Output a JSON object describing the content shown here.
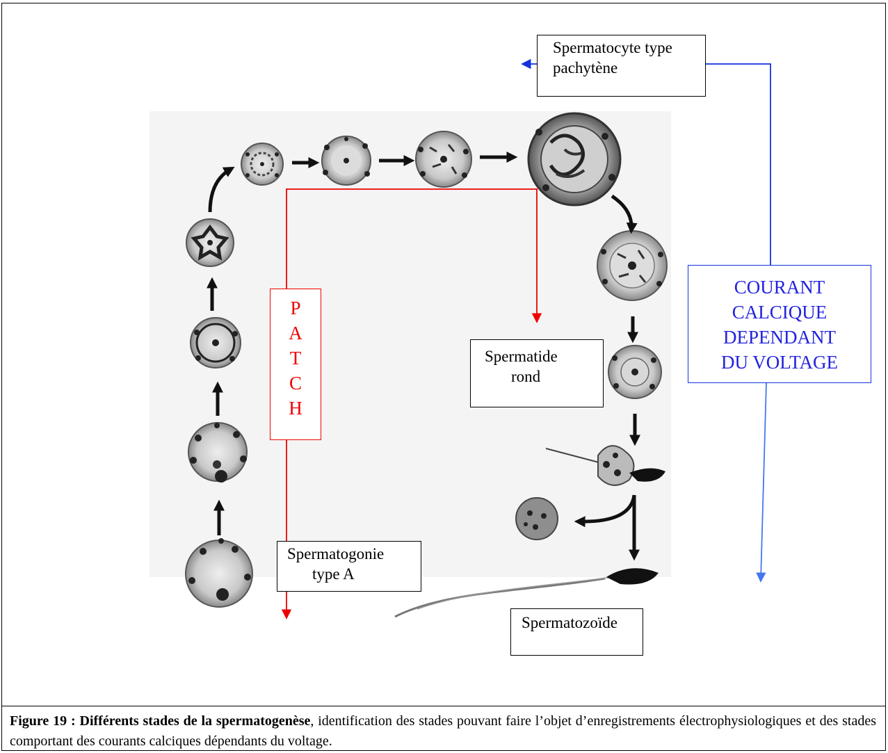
{
  "labels": {
    "pachytene": [
      "Spermatocyte type",
      "pachytène"
    ],
    "patch": [
      "P",
      "A",
      "T",
      "C",
      "H"
    ],
    "courant": [
      "COURANT",
      "CALCIQUE",
      "DEPENDANT",
      "DU VOLTAGE"
    ],
    "spermatide": [
      "Spermatide",
      "rond"
    ],
    "spermatogonie": [
      "Spermatogonie",
      "type A"
    ],
    "spermatozoide": "Spermatozoïde"
  },
  "caption": {
    "bold": "Figure 19 : Différents stades de la spermatogenèse",
    "rest": ", identification des stades pouvant faire l’objet d’enregistrements électrophysiologiques et des stades comportant des courants calciques dépendants du voltage."
  },
  "colors": {
    "patch": "#ee0000",
    "courant_text": "#2222dd",
    "courant_line": "#1133dd",
    "courant_arrow": "#4477ee",
    "cell_fill": "#d8d8d8",
    "cell_dark": "#222222"
  },
  "icons": {
    "cell": "spermatogenesis-cell-icon",
    "arrow": "black-arrow-icon",
    "sperm": "spermatozoon-icon"
  }
}
